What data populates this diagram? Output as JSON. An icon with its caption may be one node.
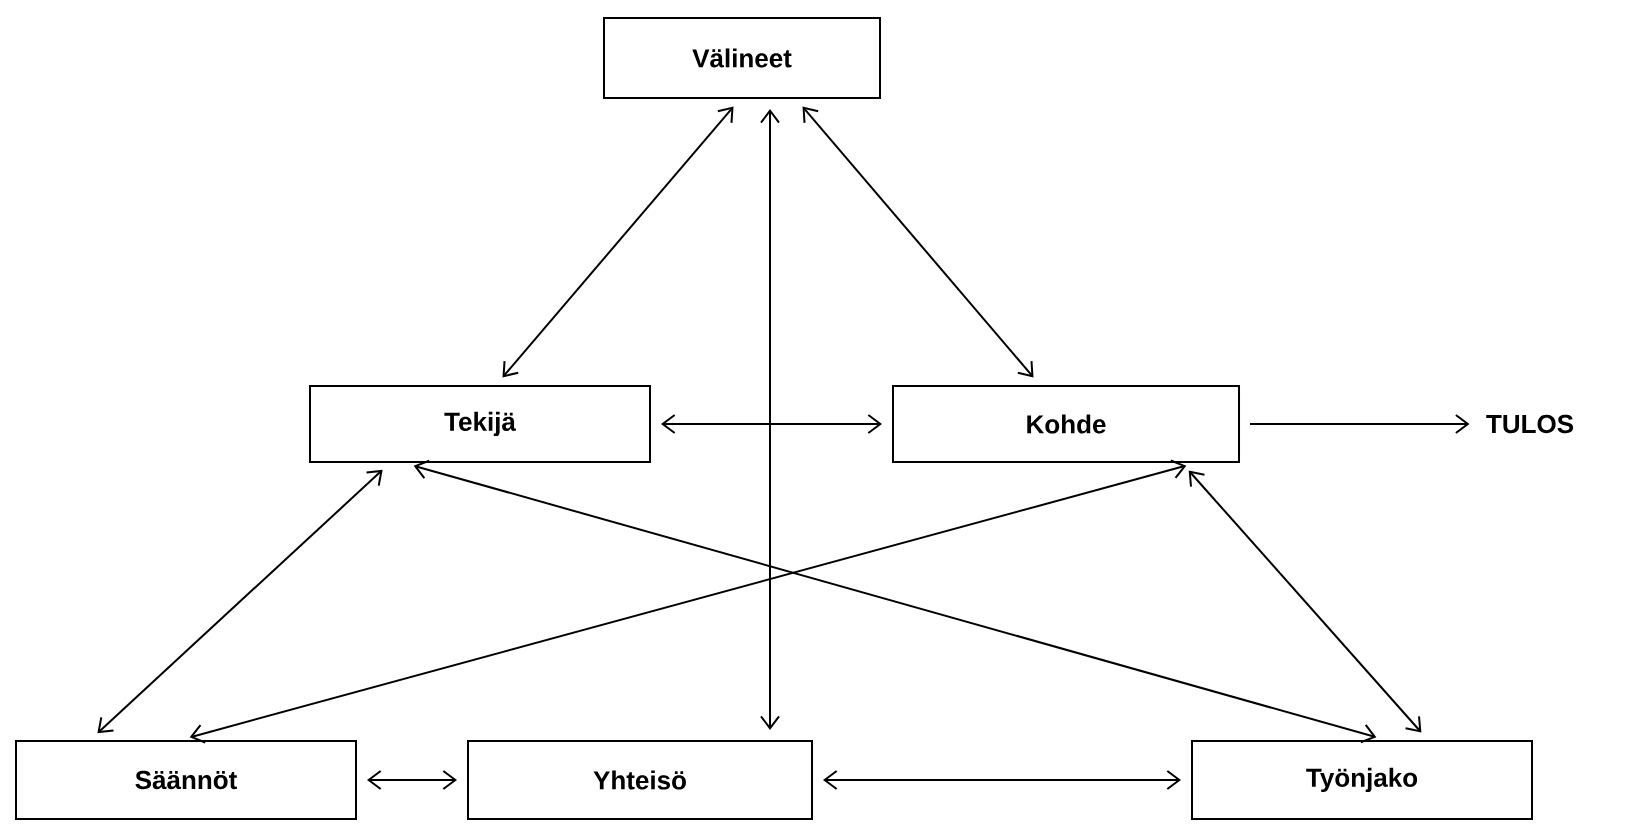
{
  "diagram": {
    "nodes": [
      {
        "text": [
          "Välineet"
        ]
      },
      {
        "text": [
          "Tekijä"
        ]
      },
      {
        "text": [
          "Kohde"
        ]
      },
      {
        "text": [
          "TULOS"
        ]
      },
      {
        "text": [
          "Säännöt"
        ]
      },
      {
        "text": [
          "Yhteisö"
        ]
      },
      {
        "text": [
          "Työnjako"
        ]
      }
    ],
    "edges": [
      {
        "from": 0,
        "to": 1,
        "arrow": "both"
      },
      {
        "from": 0,
        "to": 2,
        "arrow": "both"
      },
      {
        "from": 0,
        "to": 5,
        "arrow": "both"
      },
      {
        "from": 1,
        "to": 2,
        "arrow": "both"
      },
      {
        "from": 2,
        "to": 3,
        "arrow": "to"
      },
      {
        "from": 1,
        "to": 4,
        "arrow": "both"
      },
      {
        "from": 1,
        "to": 6,
        "arrow": "both"
      },
      {
        "from": 2,
        "to": 4,
        "arrow": "both"
      },
      {
        "from": 2,
        "to": 6,
        "arrow": "both"
      },
      {
        "from": 4,
        "to": 5,
        "arrow": "both"
      },
      {
        "from": 5,
        "to": 6,
        "arrow": "both"
      }
    ]
  }
}
